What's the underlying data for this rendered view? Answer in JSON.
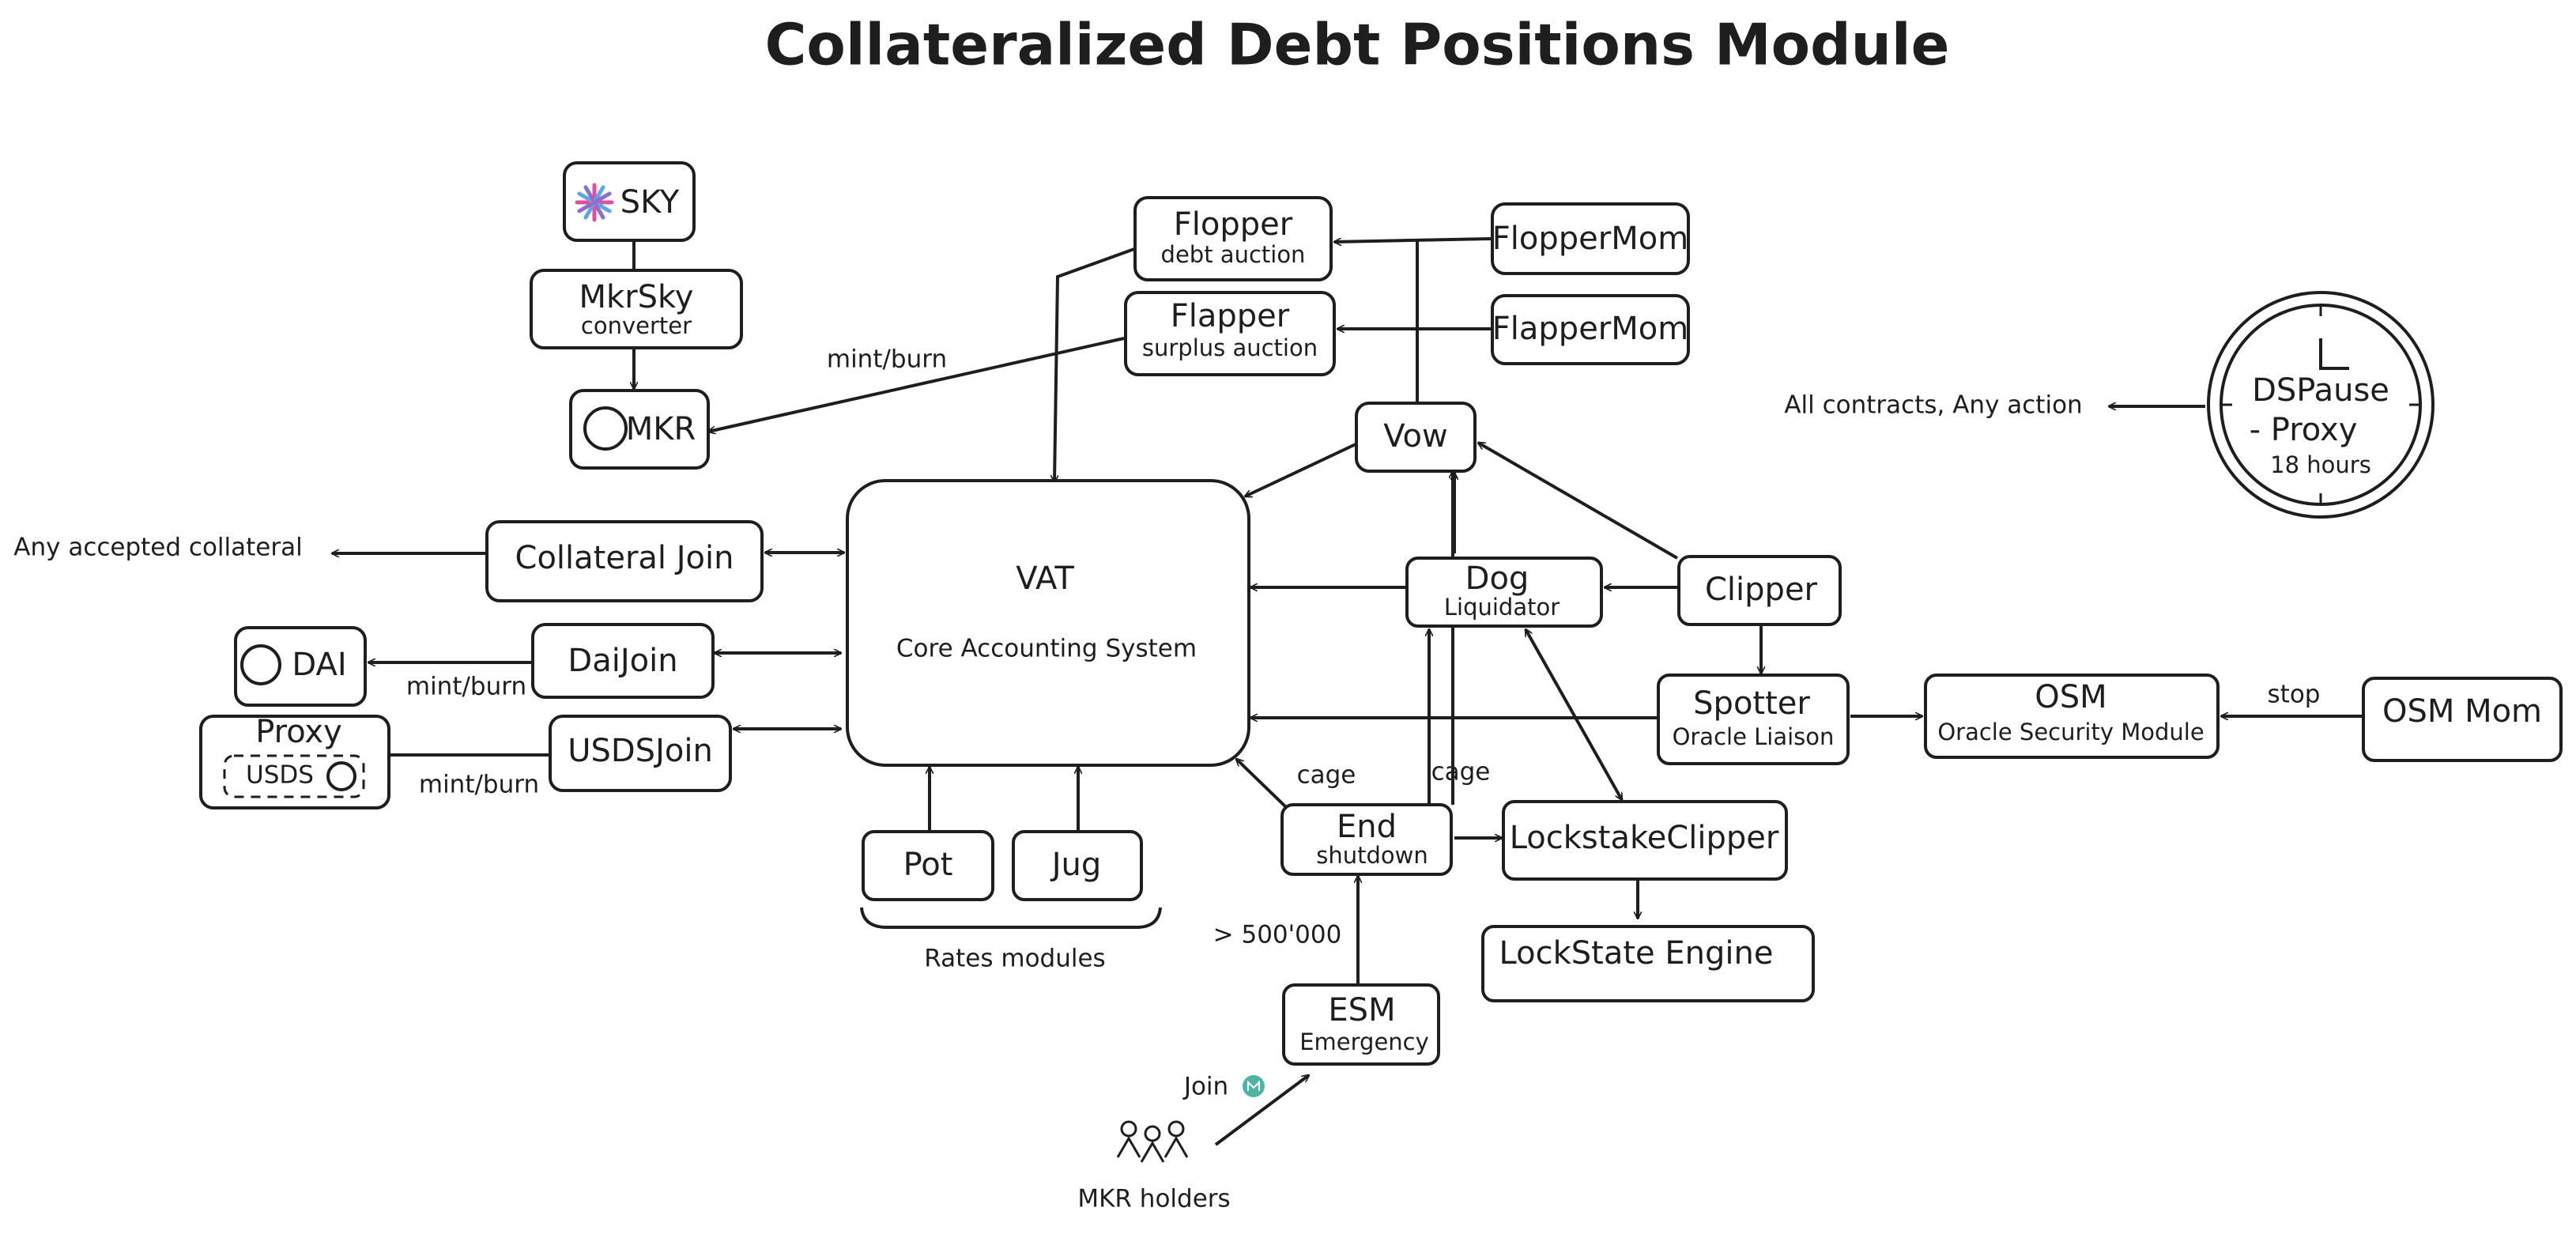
{
  "title": "Collateralized Debt Positions Module",
  "nodes": {
    "sky": "SKY",
    "mkrsky": {
      "name": "MkrSky",
      "sub": "converter"
    },
    "mkr": "MKR",
    "flopper": {
      "name": "Flopper",
      "sub": "debt auction"
    },
    "flapper": {
      "name": "Flapper",
      "sub": "surplus auction"
    },
    "flopper_mom": "FlopperMom",
    "flapper_mom": "FlapperMom",
    "vow": "Vow",
    "vat": {
      "name": "VAT",
      "sub": "Core Accounting System"
    },
    "collateral_join": "Collateral Join",
    "dai_join": "DaiJoin",
    "usds_join": "USDSJoin",
    "dai": "DAI",
    "proxy": {
      "name": "Proxy",
      "inner": "USDS"
    },
    "dog": {
      "name": "Dog",
      "sub": "Liquidator"
    },
    "clipper": "Clipper",
    "spotter": {
      "name": "Spotter",
      "sub": "Oracle Liaison"
    },
    "osm": {
      "name": "OSM",
      "sub": "Oracle Security Module"
    },
    "osm_mom": "OSM Mom",
    "end": {
      "name": "End",
      "sub": "shutdown"
    },
    "lockstake_clipper": "LockstakeClipper",
    "lockstate_engine": "LockState Engine",
    "esm": {
      "name": "ESM",
      "sub": "Emergency"
    },
    "pot": "Pot",
    "jug": "Jug",
    "dspause": {
      "name": "DSPause",
      "line2": "- Proxy",
      "sub": "18 hours"
    }
  },
  "labels": {
    "mint_burn_mkr": "mint/burn",
    "mint_burn_dai": "mint/burn",
    "mint_burn_usds": "mint/burn",
    "any_collateral": "Any accepted collateral",
    "all_contracts": "All contracts, Any action",
    "stop": "stop",
    "cage_left": "cage",
    "cage_right": "cage",
    "threshold": "> 500'000",
    "join": "Join",
    "mkr_holders": "MKR holders",
    "rates_modules": "Rates modules"
  },
  "colors": {
    "stroke": "#1e1e1e",
    "mkr_teal": "#4fb3a6",
    "dai_gold": "#f5ac37",
    "usds_orange": "#f0923a",
    "sky_pink": "#e04f9f",
    "sky_blue": "#5aa9e6",
    "sky_purple": "#8a6fd1"
  }
}
